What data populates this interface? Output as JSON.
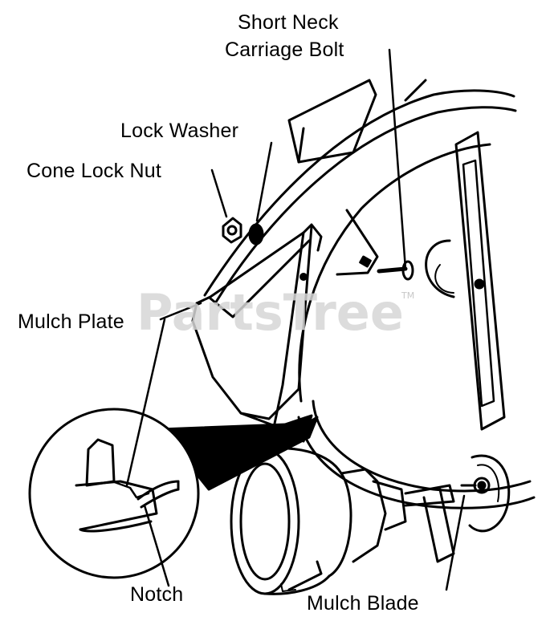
{
  "labels": {
    "short_neck_carriage_bolt_line1": "Short Neck",
    "short_neck_carriage_bolt_line2": "Carriage Bolt",
    "lock_washer": "Lock Washer",
    "cone_lock_nut": "Cone Lock Nut",
    "mulch_plate": "Mulch Plate",
    "notch": "Notch",
    "mulch_blade": "Mulch Blade"
  },
  "watermark": {
    "text": "PartsTree",
    "trademark": "TM"
  },
  "colors": {
    "ink": "#000000",
    "background": "#ffffff",
    "watermark": "#d6d6d6"
  }
}
